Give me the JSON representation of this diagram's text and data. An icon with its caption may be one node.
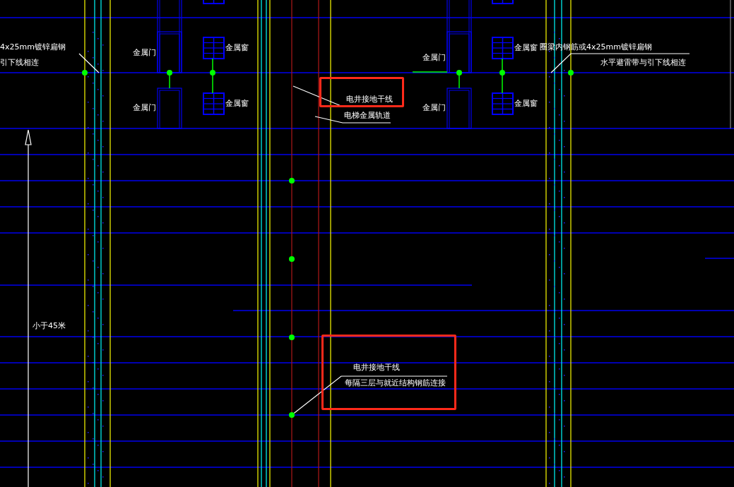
{
  "diagram": {
    "nodes": [
      {
        "text": [
          "4x25mm镀锌扁钢",
          "引下线相连"
        ]
      },
      {
        "text": [
          "圈梁内钢筋或4x25mm镀锌扁钢",
          "水平避雷带与引下线相连"
        ]
      },
      {
        "text": [],
        "shape": "box"
      },
      {
        "text": [
          "电井接地干线"
        ],
        "in": 2
      },
      {
        "text": [
          "电梯金属轨道"
        ]
      },
      {
        "text": [],
        "shape": "box"
      },
      {
        "text": [
          "电井接地干线",
          "每隔三层与就近结构钢筋连接"
        ],
        "in": 5
      },
      {
        "text": [],
        "shape": "circle"
      }
    ],
    "edges": [
      {
        "from": 0,
        "to": null,
        "arrow": "none"
      },
      {
        "from": 1,
        "to": null,
        "arrow": "none"
      },
      {
        "from": 3,
        "to": null,
        "arrow": "none"
      },
      {
        "from": 4,
        "to": null,
        "arrow": "none"
      },
      {
        "from": 6,
        "to": 7,
        "arrow": "none"
      }
    ],
    "labels": [
      "金属门",
      "金属窗",
      "金属门",
      "金属窗",
      "金属门",
      "金属窗",
      "金属门",
      "金属窗",
      "小于45米"
    ]
  }
}
